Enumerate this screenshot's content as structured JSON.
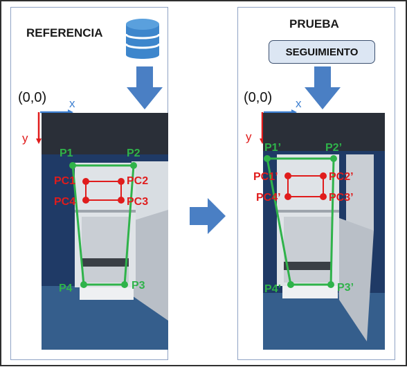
{
  "colors": {
    "point_green": "#2fb34a",
    "point_red": "#e01c1c",
    "axis_blue": "#3d7fd0",
    "arrow_blue": "#4a7fc4",
    "panel_border": "#8fa2c4",
    "button_fill": "#dce6f3"
  },
  "reference": {
    "title": "REFERENCIA",
    "icon": "database-icon",
    "origin": "(0,0)",
    "axis_x": "x",
    "axis_y": "y",
    "corners": [
      "P1",
      "P2",
      "P3",
      "P4"
    ],
    "control_points": [
      "PC1",
      "PC2",
      "PC3",
      "PC4"
    ]
  },
  "test": {
    "title": "PRUEBA",
    "button": "SEGUIMIENTO",
    "origin": "(0,0)",
    "axis_x": "x",
    "axis_y": "y",
    "corners": [
      "P1’",
      "P2’",
      "P3’",
      "P4’"
    ],
    "control_points": [
      "PC1’",
      "PC2’",
      "PC3’",
      "PC4’"
    ]
  }
}
